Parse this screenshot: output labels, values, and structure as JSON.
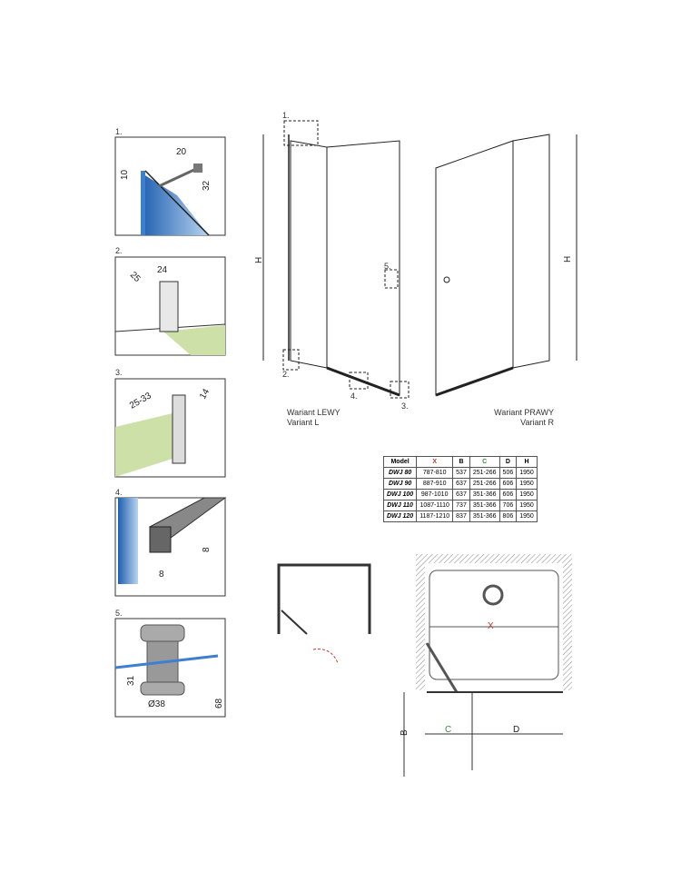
{
  "details": [
    {
      "num": "1.",
      "dims": [
        "20",
        "10",
        "32"
      ]
    },
    {
      "num": "2.",
      "dims": [
        "24",
        "25"
      ]
    },
    {
      "num": "3.",
      "dims": [
        "25-33",
        "14"
      ]
    },
    {
      "num": "4.",
      "dims": [
        "8",
        "8"
      ]
    },
    {
      "num": "5.",
      "dims": [
        "31",
        "Ø38",
        "68"
      ]
    }
  ],
  "front": {
    "height_label": "H",
    "callouts": [
      "1.",
      "2.",
      "3.",
      "4.",
      "5."
    ]
  },
  "variants": {
    "left_pl": "Wariant LEWY",
    "left_en": "Variant L",
    "right_pl": "Wariant PRAWY",
    "right_en": "Variant R"
  },
  "table": {
    "headers": [
      "Model",
      "X",
      "B",
      "C",
      "D",
      "H"
    ],
    "rows": [
      [
        "DWJ 80",
        "787-810",
        "537",
        "251-266",
        "506",
        "1950"
      ],
      [
        "DWJ 90",
        "887-910",
        "637",
        "251-266",
        "606",
        "1950"
      ],
      [
        "DWJ 100",
        "987-1010",
        "637",
        "351-366",
        "606",
        "1950"
      ],
      [
        "DWJ 110",
        "1087-1110",
        "737",
        "351-366",
        "706",
        "1950"
      ],
      [
        "DWJ 120",
        "1187-1210",
        "837",
        "351-366",
        "806",
        "1950"
      ]
    ]
  },
  "plan": {
    "x": "X",
    "b": "B",
    "c": "C",
    "d": "D"
  },
  "colors": {
    "glass": "#3d7fd0",
    "floor": "#cde0a8",
    "x_label": "#c0392b",
    "c_label": "#3a8a3a"
  }
}
